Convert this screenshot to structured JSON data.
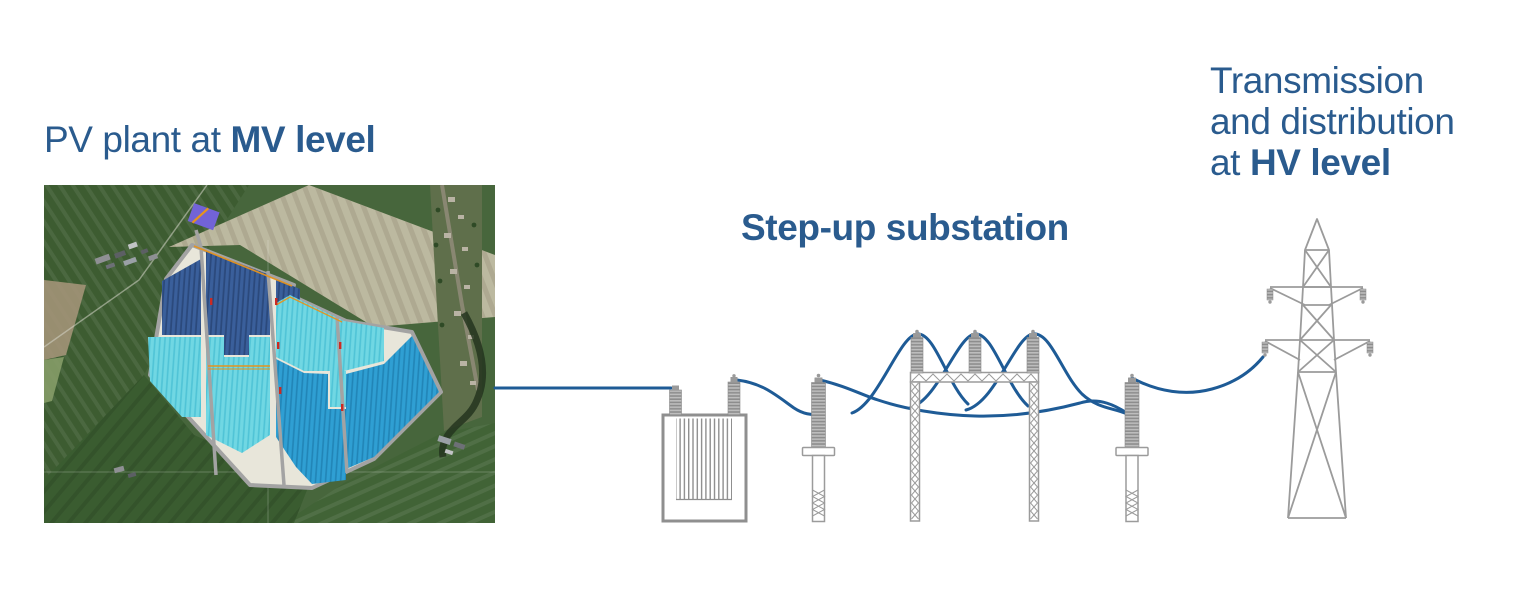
{
  "titles": {
    "pv": {
      "prefix": "PV plant at ",
      "bold": "MV level"
    },
    "substation": "Step-up substation",
    "transmission": {
      "line1": "Transmission",
      "line2": "and distribution",
      "line3_prefix": "at ",
      "line3_bold": "HV level"
    }
  },
  "colors": {
    "text_blue": "#2a5b8e",
    "wire_blue": "#1e5b96",
    "equipment_gray": "#9b9b9b",
    "panel_dark_blue": "#3a5f9b",
    "panel_cyan": "#70d7e3",
    "panel_mid_blue": "#2f9fd3",
    "plant_ground": "#e8e6da",
    "field_green": "#47663c",
    "substation_purple": "#7263d6",
    "marker_orange": "#e6941c",
    "marker_red": "#cc2a22"
  },
  "icons": {
    "map": "pv-plant-satellite-map",
    "transformer": "transformer-icon",
    "arrester_left": "surge-arrester-icon",
    "gantry": "busbar-gantry-icon",
    "arrester_right": "surge-arrester-icon",
    "tower": "transmission-tower-icon",
    "wires": "power-line"
  }
}
